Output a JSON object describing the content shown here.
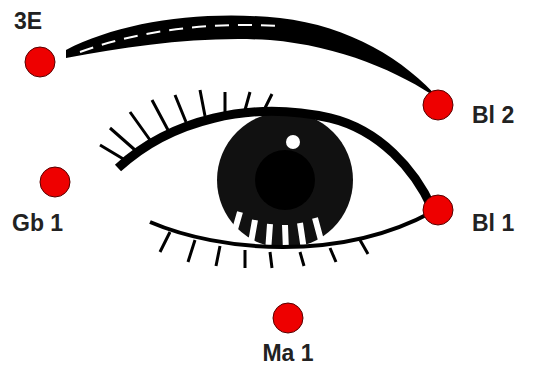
{
  "diagram": {
    "labels": [
      "3E",
      "Bl 2",
      "Gb 1",
      "Bl 1",
      "Ma 1"
    ]
  }
}
